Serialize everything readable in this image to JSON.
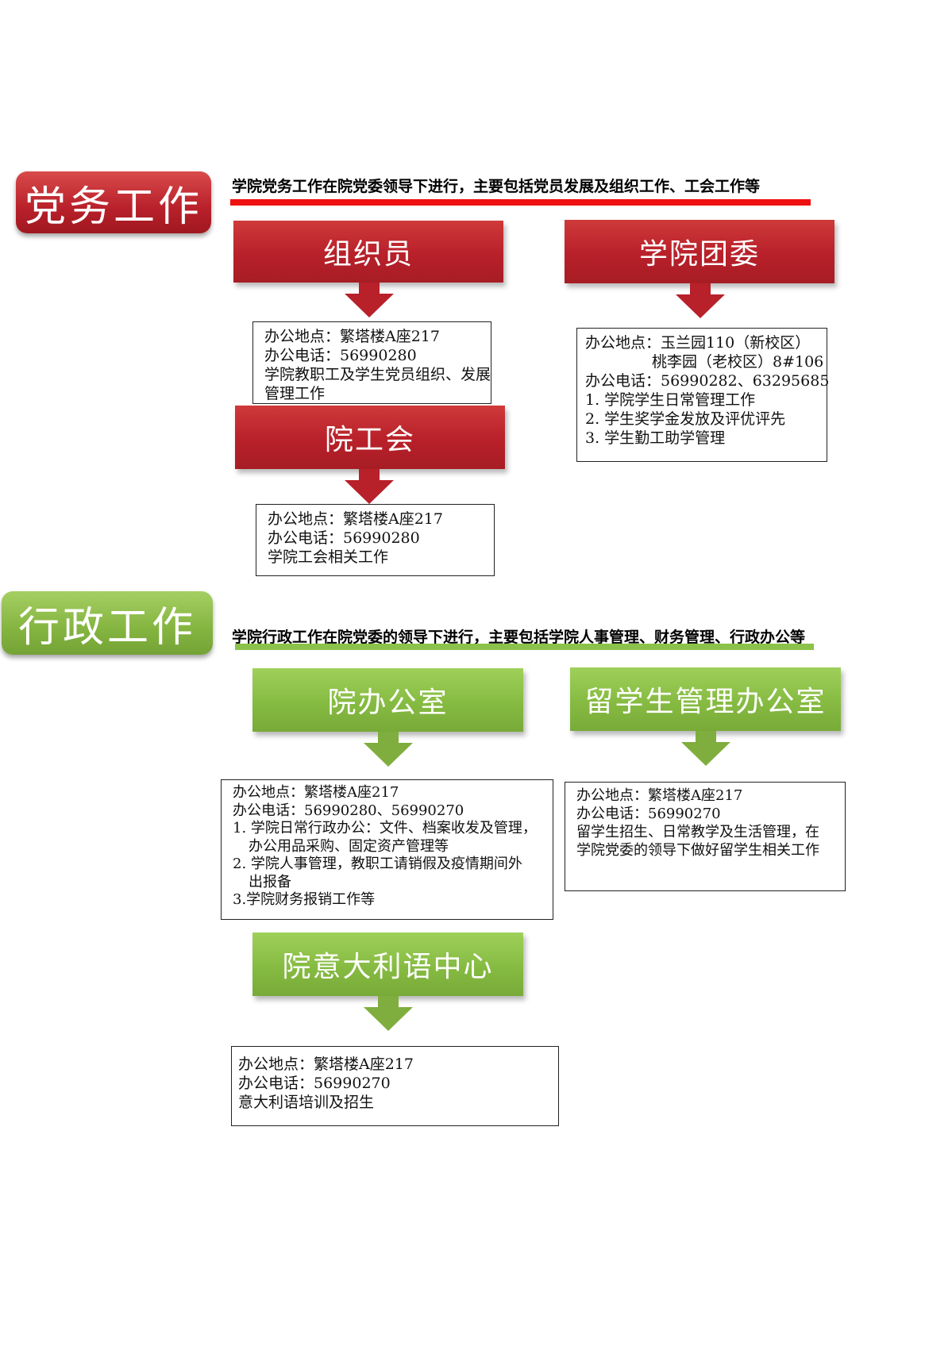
{
  "party": {
    "title": "党务工作",
    "intro": "学院党务工作在院党委领导下进行，主要包括党员发展及组织工作、工会工作等",
    "colors": {
      "accent": "#b8202a",
      "rule": "#ee1111"
    },
    "organizer": {
      "title": "组织员",
      "lines": [
        "办公地点：繁塔楼A座217",
        "办公电话：56990280",
        "学院教职工及学生党员组织、发展",
        "管理工作"
      ]
    },
    "youth_league": {
      "title": "学院团委",
      "lines": [
        "办公地点：玉兰园110（新校区）",
        "桃李园（老校区）8#106",
        "办公电话：56990282、63295685",
        "1.   学院学生日常管理工作",
        "2.   学生奖学金发放及评优评先",
        "3.   学生勤工助学管理"
      ]
    },
    "union": {
      "title": "院工会",
      "lines": [
        "办公地点：繁塔楼A座217",
        "办公电话：56990280",
        "学院工会相关工作"
      ]
    }
  },
  "admin": {
    "title": "行政工作",
    "intro": "学院行政工作在院党委的领导下进行，主要包括学院人事管理、财务管理、行政办公等",
    "colors": {
      "accent": "#84b440",
      "rule": "#8cc24a"
    },
    "office": {
      "title": "院办公室",
      "lines": [
        "办公地点：繁塔楼A座217",
        "办公电话：56990280、56990270",
        "1. 学院日常行政办公：文件、档案收发及管理，",
        "办公用品采购、固定资产管理等",
        "2. 学院人事管理，教职工请销假及疫情期间外",
        "出报备",
        "3.学院财务报销工作等"
      ]
    },
    "intl_office": {
      "title": "留学生管理办公室",
      "lines": [
        "办公地点：繁塔楼A座217",
        "办公电话：56990270",
        "留学生招生、日常教学及生活管理，在",
        "学院党委的领导下做好留学生相关工作"
      ]
    },
    "italian_center": {
      "title": "院意大利语中心",
      "lines": [
        "办公地点：繁塔楼A座217",
        "办公电话：56990270",
        "意大利语培训及招生"
      ]
    }
  }
}
